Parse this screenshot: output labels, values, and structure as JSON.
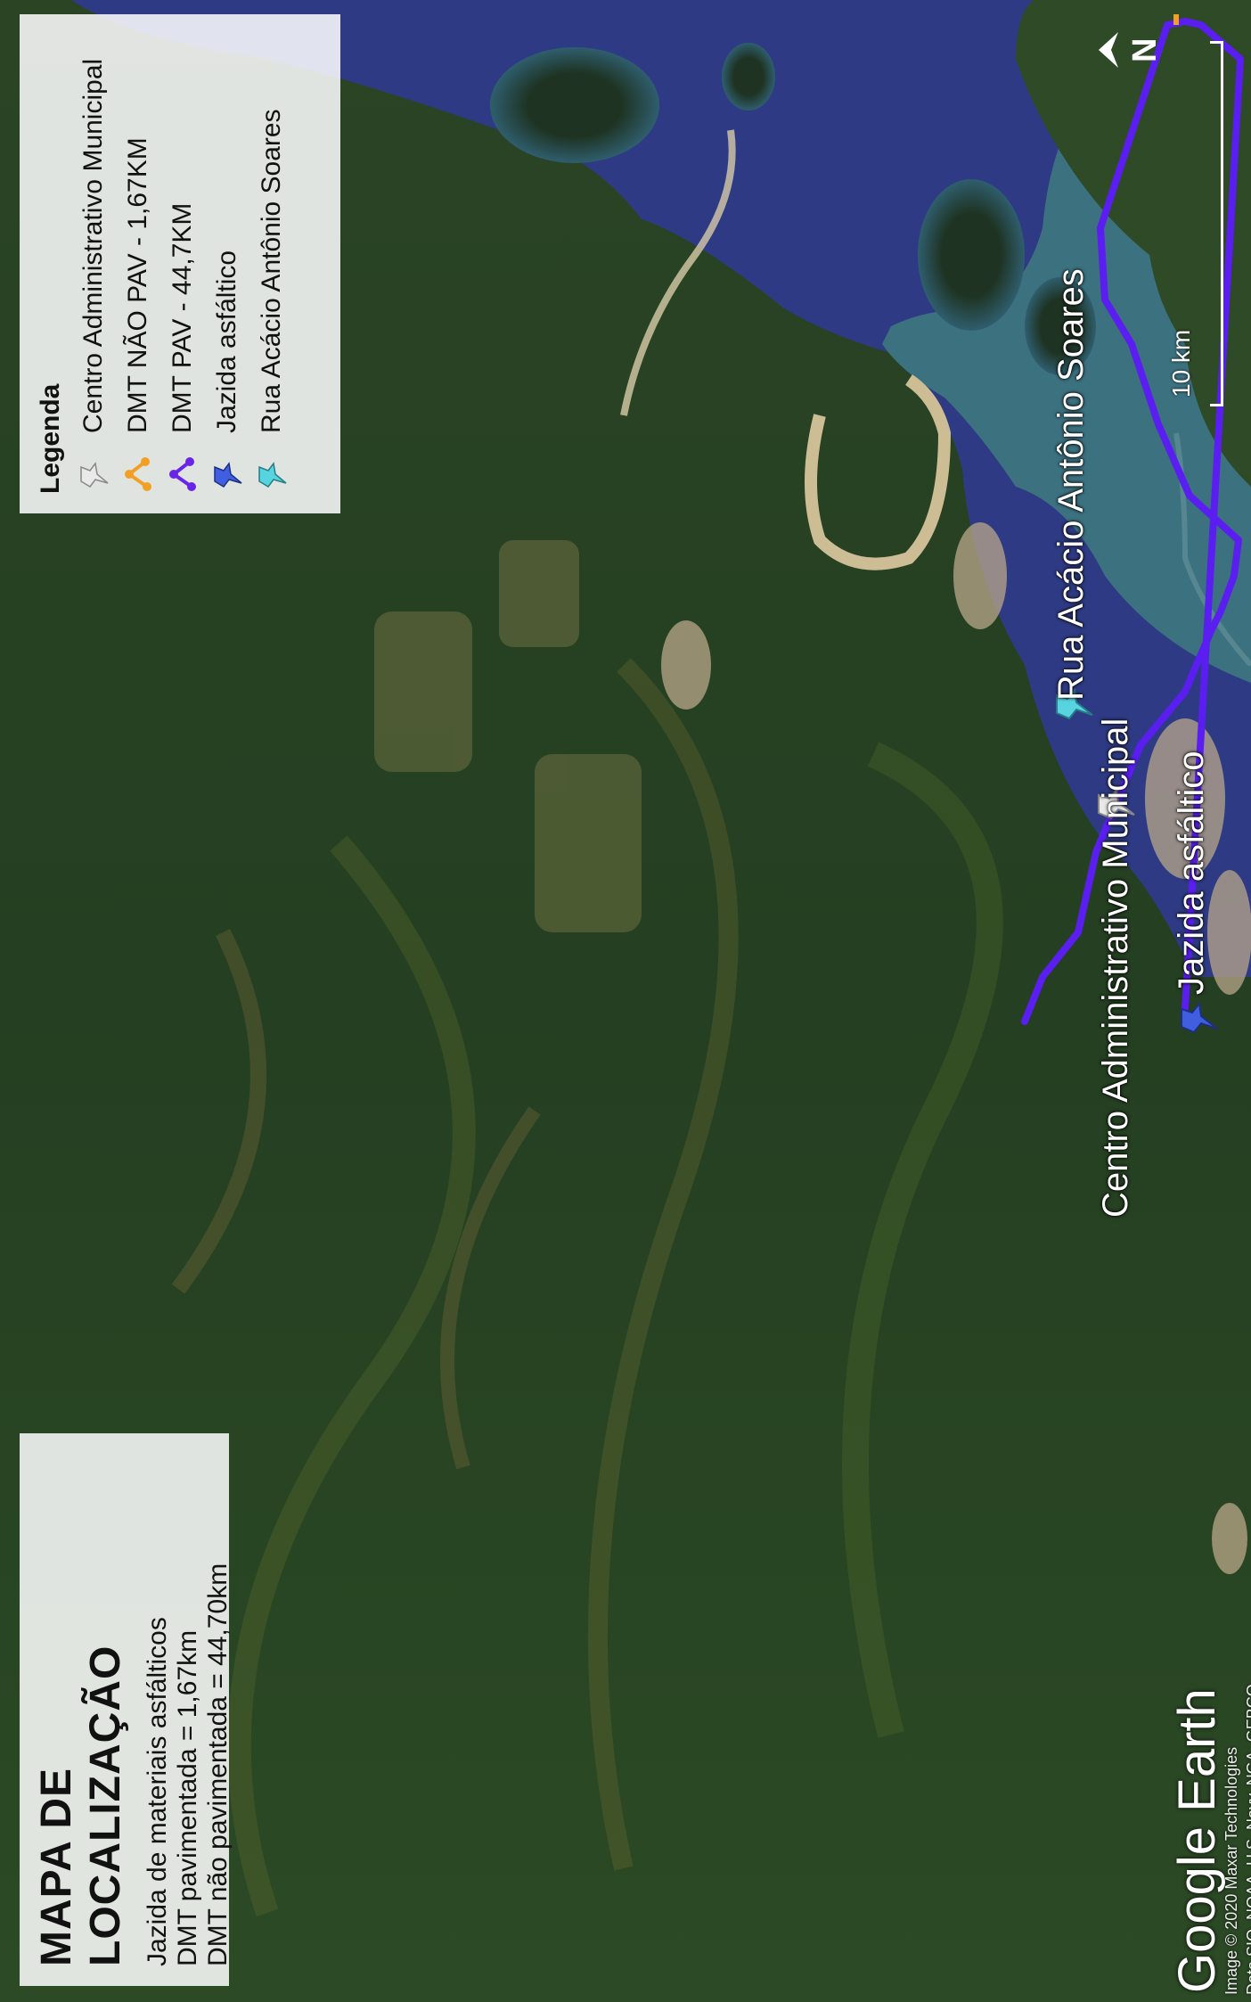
{
  "map": {
    "title": "MAPA DE LOCALIZAÇÃO",
    "info_lines": [
      "Jazida de materiais asfálticos",
      "DMT pavimentada = 1,67km",
      "DMT não pavimentada = 44,70km"
    ],
    "legend": {
      "heading": "Legenda",
      "items": [
        {
          "label": "Centro Administrativo Municipal",
          "icon": "pushpin-white-icon",
          "color": "#e9e9e9"
        },
        {
          "label": "DMT NÃO PAV - 1,67KM",
          "icon": "route-orange-icon",
          "color": "#f2a024"
        },
        {
          "label": "DMT PAV - 44,7KM",
          "icon": "route-purple-icon",
          "color": "#6a24e8"
        },
        {
          "label": "Jazida asfáltico",
          "icon": "pushpin-blue-icon",
          "color": "#3f5fe0"
        },
        {
          "label": "Rua Acácio Antônio Soares",
          "icon": "pushpin-cyan-icon",
          "color": "#58d3e0"
        }
      ]
    },
    "places": [
      {
        "label": "Jazida asfáltico",
        "icon": "pushpin-blue-icon",
        "color": "#3f5fe0"
      },
      {
        "label": "Rua Acácio Antônio Soares",
        "icon": "pushpin-cyan-icon",
        "color": "#58d3e0"
      },
      {
        "label": "Centro Administrativo Municipal",
        "icon": "pushpin-white-icon",
        "color": "#e9e9e9"
      }
    ],
    "route_color": "#5a1ef0",
    "branding": "Google Earth",
    "attribution": [
      "Image © 2020 Maxar Technologies",
      "Data SIO, NOAA, U.S. Navy, NGA, GEBCO"
    ],
    "scale_label": "10 km",
    "north_label": "N",
    "colors": {
      "forest": "#243f21",
      "sea": "#2e3b84",
      "bay": "#3c7280",
      "urban": "#b9a789"
    }
  }
}
